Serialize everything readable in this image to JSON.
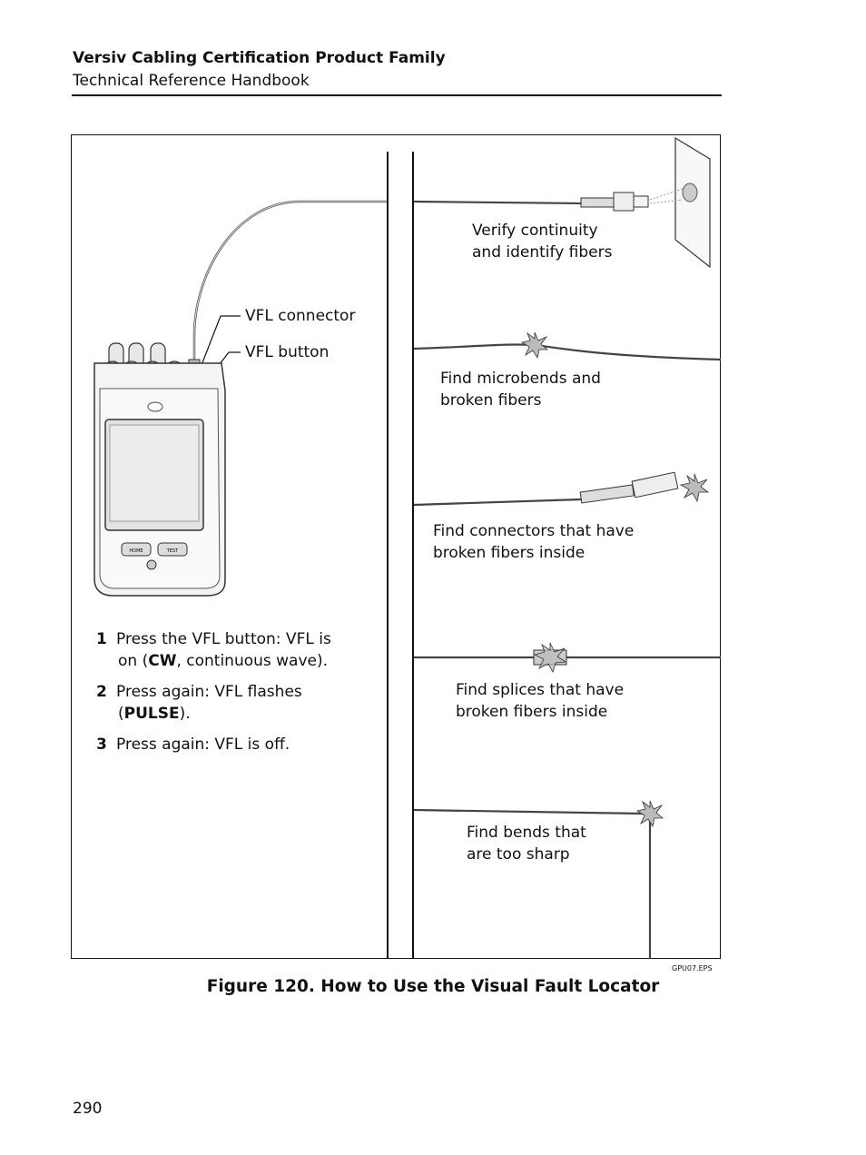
{
  "header": {
    "title": "Versiv Cabling Certification Product Family",
    "subtitle": "Technical Reference Handbook"
  },
  "callouts": {
    "vfl_connector": "VFL connector",
    "vfl_button": "VFL button"
  },
  "device": {
    "home_key": "HOME",
    "test_key": "TEST"
  },
  "steps": [
    {
      "num": "1",
      "line1": "Press the VFL button: VFL is",
      "pre": "on (",
      "bold": "CW",
      "post": ", continuous wave)."
    },
    {
      "num": "2",
      "line1": "Press again: VFL flashes",
      "pre": "(",
      "bold": "PULSE",
      "post": ")."
    },
    {
      "num": "3",
      "line1": "Press again: VFL is off."
    }
  ],
  "uses": [
    {
      "line1": "Verify continuity",
      "line2": "and identify fibers"
    },
    {
      "line1": "Find microbends and",
      "line2": "broken fibers"
    },
    {
      "line1": "Find connectors that have",
      "line2": "broken fibers inside"
    },
    {
      "line1": "Find splices that have",
      "line2": "broken fibers inside"
    },
    {
      "line1": "Find bends that",
      "line2": "are too sharp"
    }
  ],
  "figure": {
    "caption": "Figure 120. How to Use the Visual Fault Locator",
    "file_id": "GPU07.EPS"
  },
  "page_number": "290"
}
